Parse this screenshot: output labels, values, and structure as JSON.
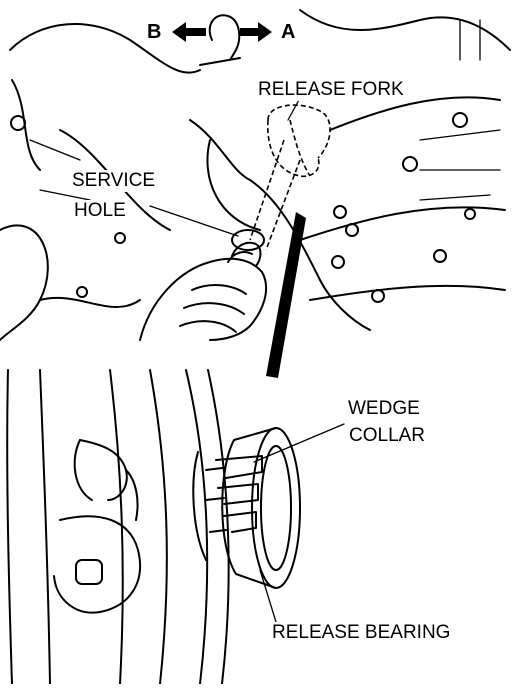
{
  "labels": {
    "direction_b": "B",
    "direction_a": "A",
    "release_fork": "RELEASE FORK",
    "service_hole_line1": "SERVICE",
    "service_hole_line2": "HOLE",
    "wedge_collar_line1": "WEDGE",
    "wedge_collar_line2": "COLLAR",
    "release_bearing": "RELEASE BEARING"
  }
}
